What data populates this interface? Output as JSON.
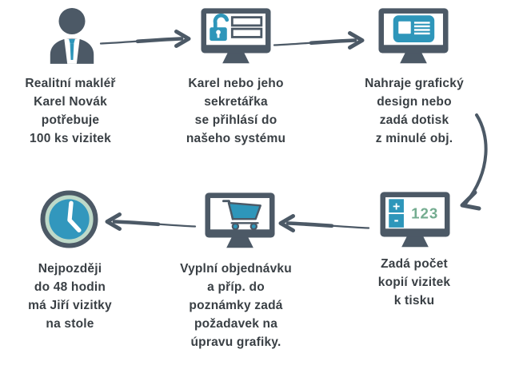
{
  "palette": {
    "slate": "#4C5966",
    "teal": "#2E96BA",
    "clock_face": "#3297BD",
    "mint": "#BDD9C9",
    "sage": "#74AC90",
    "text": "#393F44",
    "screen": "#FFFFFF"
  },
  "steps": [
    {
      "id": 1,
      "icon": "realtor-person-icon",
      "text": "Realitní makléř\nKarel Novák\npotřebuje\n100 ks vizitek"
    },
    {
      "id": 2,
      "icon": "login-monitor-icon",
      "text": "Karel nebo jeho\nsekretářka\nse přihlásí do\nnašeho systému"
    },
    {
      "id": 3,
      "icon": "design-upload-monitor-icon",
      "text": "Nahraje grafický\ndesign nebo\nzadá dotisk\nz minulé obj."
    },
    {
      "id": 4,
      "icon": "quantity-monitor-icon",
      "screen": {
        "plus_label": "+",
        "minus_label": "-",
        "value": "123"
      },
      "text": "Zadá počet\nkopií vizitek\nk tisku"
    },
    {
      "id": 5,
      "icon": "cart-monitor-icon",
      "text": "Vyplní objednávku\na příp. do\npoznámky zadá\npožadavek na\núpravu grafiky."
    },
    {
      "id": 6,
      "icon": "clock-icon",
      "text": "Nejpozději\ndo 48 hodin\nmá Jiří vizitky\nna stole"
    }
  ],
  "flow": {
    "arrows": [
      {
        "from_step": 1,
        "to_step": 2,
        "direction": "right"
      },
      {
        "from_step": 2,
        "to_step": 3,
        "direction": "right"
      },
      {
        "from_step": 3,
        "to_step": 4,
        "direction": "curved-down"
      },
      {
        "from_step": 4,
        "to_step": 5,
        "direction": "left"
      },
      {
        "from_step": 5,
        "to_step": 6,
        "direction": "left"
      }
    ]
  }
}
